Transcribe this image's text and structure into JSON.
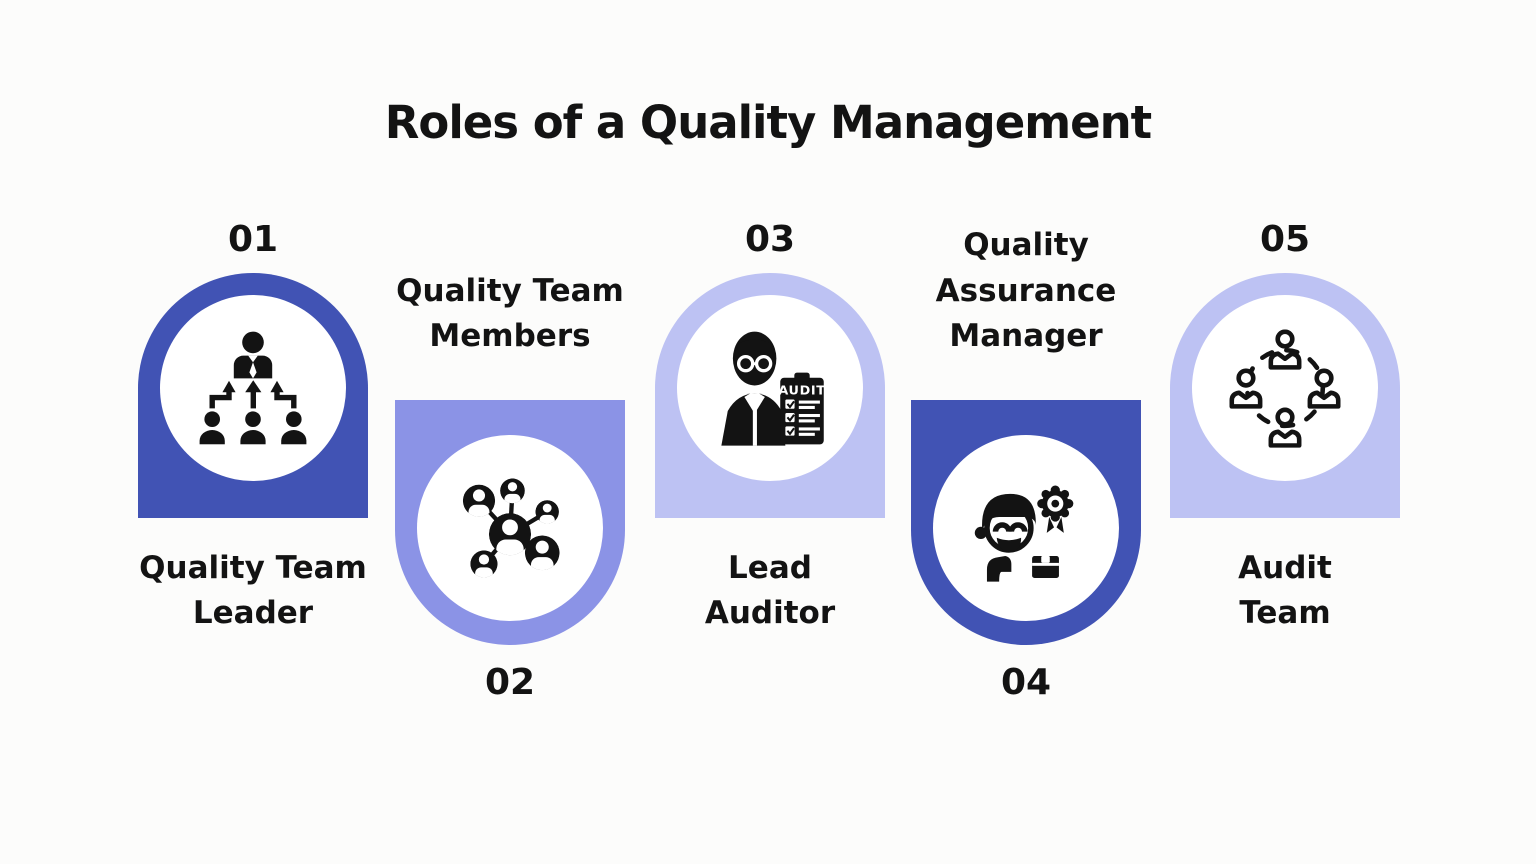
{
  "title": "Roles of a Quality Management",
  "colors": {
    "dark_blue": "#4153B4",
    "medium_purple": "#8B93E6",
    "light_periwinkle": "#BDC2F3",
    "background": "#FCFCFB",
    "ink": "#131313"
  },
  "items": [
    {
      "number": "01",
      "label": "Quality Team\nLeader",
      "icon": "org-hierarchy-icon",
      "shade": "dark",
      "orientation": "up"
    },
    {
      "number": "02",
      "label": "Quality Team\nMembers",
      "icon": "team-network-icon",
      "shade": "medium",
      "orientation": "down"
    },
    {
      "number": "03",
      "label": "Lead\nAuditor",
      "icon": "auditor-icon",
      "shade": "light",
      "orientation": "up"
    },
    {
      "number": "04",
      "label": "Quality\nAssurance\nManager",
      "icon": "qa-manager-icon",
      "shade": "dark",
      "orientation": "down"
    },
    {
      "number": "05",
      "label": "Audit\nTeam",
      "icon": "audit-team-icon",
      "shade": "light",
      "orientation": "up"
    }
  ],
  "audit_clipboard_text": "AUDIT"
}
